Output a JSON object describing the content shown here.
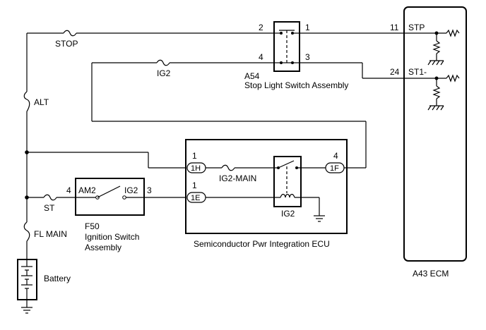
{
  "labels": {
    "stop": "STOP",
    "alt": "ALT",
    "ig2_fuse": "IG2",
    "st": "ST",
    "fl_main": "FL MAIN",
    "battery": "Battery",
    "a54_id": "A54",
    "a54_name": "Stop Light Switch Assembly",
    "a54_pin_2": "2",
    "a54_pin_1": "1",
    "a54_pin_4": "4",
    "a54_pin_3": "3",
    "f50_id": "F50",
    "f50_name_1": "Ignition Switch",
    "f50_name_2": "Assembly",
    "f50_am2": "AM2",
    "f50_ig2": "IG2",
    "f50_pin_4": "4",
    "f50_pin_3": "3",
    "ecu_name": "Semiconductor Pwr Integration ECU",
    "ecu_pin_1h_num": "1",
    "ecu_pin_1h": "1H",
    "ecu_pin_1e_num": "1",
    "ecu_pin_1e": "1E",
    "ecu_pin_1f_num": "4",
    "ecu_pin_1f": "1F",
    "ig2_main": "IG2-MAIN",
    "ig2_relay": "IG2",
    "ecm_pin_11": "11",
    "ecm_stp": "STP",
    "ecm_pin_24": "24",
    "ecm_st1": "ST1-",
    "ecm_name": "A43  ECM"
  }
}
